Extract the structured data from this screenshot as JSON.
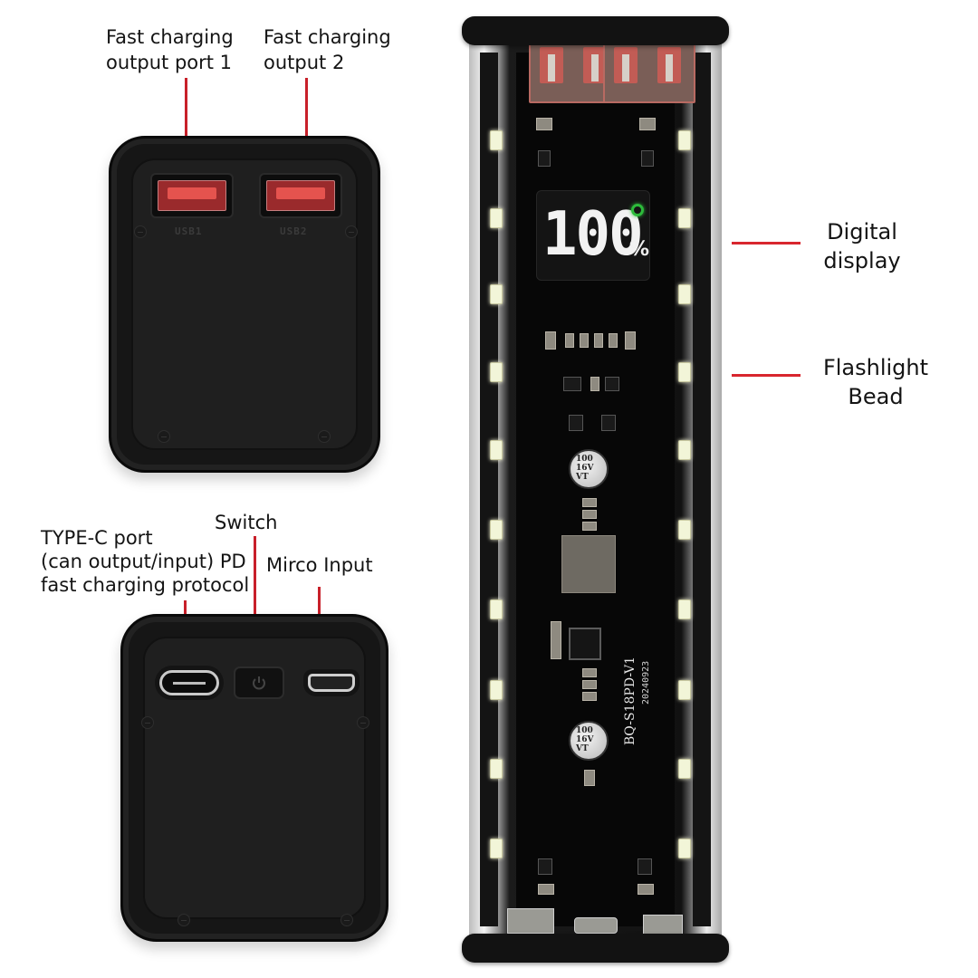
{
  "labels": {
    "usb1": "Fast charging\noutput port 1",
    "usb1_line1": "Fast charging",
    "usb1_line2": "output port 1",
    "usb2_line1": "Fast charging",
    "usb2_line2": "output 2",
    "typec_line1": "TYPE-C port",
    "typec_line2": "(can output/input) PD",
    "typec_line3": "fast charging protocol",
    "switch": "Switch",
    "micro": "Mirco Input",
    "display_line1": "Digital",
    "display_line2": "display",
    "bead_line1": "Flashlight",
    "bead_line2": "Bead"
  },
  "top_cap": {
    "port1_marking": "USB1",
    "port2_marking": "USB2"
  },
  "display": {
    "value": "100",
    "unit": "%"
  },
  "pcb": {
    "model": "BQ-S18PD-V1",
    "date": "20240923",
    "capacitor_text": [
      "100",
      "16V",
      "VT"
    ]
  },
  "colors": {
    "leader_line": "#d8262e",
    "usb_port": "#e5534e",
    "indicator_green": "#2dbb3b",
    "led_bead": "#f2f5d8"
  }
}
